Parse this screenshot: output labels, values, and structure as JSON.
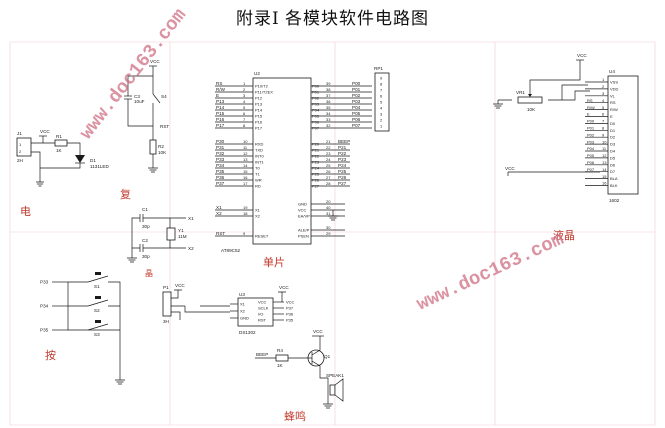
{
  "title": "附录Ⅰ 各模块软件电路图",
  "watermark": "www.doc163.com",
  "sections": {
    "power": "电",
    "reset": "复",
    "mcu": "单片",
    "lcd": "液晶",
    "keys": "按",
    "buzzer": "蜂鸣",
    "crystal": "晶"
  },
  "power_block": {
    "connector": "J1",
    "connector_part": "2H",
    "resistor": "R1",
    "resistor_value": "1K",
    "vcc": "VCC",
    "led": "D1",
    "led_value": "1131LED"
  },
  "reset_block": {
    "vcc": "VCC",
    "cap": "C3",
    "cap_value": "10uF",
    "resistor": "R2",
    "resistor_value": "10K",
    "switch": "S4",
    "net": "RST"
  },
  "mcu_block": {
    "ref": "U2",
    "part": "AT89C52",
    "left_pins": [
      "P10/T2",
      "P11/T2EX",
      "P12",
      "P13",
      "P14",
      "P15",
      "P16",
      "P17"
    ],
    "left_nets": [
      "RS",
      "R/W",
      "E",
      "P13",
      "P14",
      "P15",
      "P16",
      "P17"
    ],
    "left_nums": [
      "1",
      "2",
      "3",
      "4",
      "5",
      "6",
      "7",
      "8"
    ],
    "left2_pins": [
      "RXD",
      "TXD",
      "INT0",
      "INT1",
      "T0",
      "T1",
      "WR",
      "RD"
    ],
    "left2_nets": [
      "P30",
      "P31",
      "P32",
      "P33",
      "P34",
      "P35",
      "P36",
      "P37"
    ],
    "left2_nums": [
      "10",
      "11",
      "12",
      "13",
      "14",
      "15",
      "16",
      "17"
    ],
    "xtal_pins": [
      "X1",
      "X2"
    ],
    "xtal_nets": [
      "X1",
      "X2"
    ],
    "xtal_nums": [
      "19",
      "18"
    ],
    "reset_pin": "RESET",
    "reset_net": "RST",
    "reset_num": "9",
    "right_pins": [
      "P00",
      "P01",
      "P02",
      "P03",
      "P04",
      "P05",
      "P06",
      "P07"
    ],
    "right_nets": [
      "P00",
      "P01",
      "P02",
      "P03",
      "P04",
      "P05",
      "P06",
      "P07"
    ],
    "right_nums": [
      "39",
      "38",
      "37",
      "36",
      "35",
      "34",
      "33",
      "32"
    ],
    "right2_pins": [
      "P20",
      "P21",
      "P22",
      "P23",
      "P24",
      "P25",
      "P26",
      "P27"
    ],
    "right2_nets": [
      "BEEP",
      "P21",
      "P22",
      "P23",
      "P24",
      "P25",
      "P26",
      "P27"
    ],
    "right2_nums": [
      "21",
      "22",
      "23",
      "24",
      "25",
      "26",
      "27",
      "28"
    ],
    "power_pins": [
      "GND",
      "VCC",
      "EA/VP",
      "ALE/P",
      "PSEN"
    ],
    "power_nums": [
      "20",
      "40",
      "31",
      "30",
      "29"
    ]
  },
  "rp_block": {
    "ref": "RP1",
    "pins": [
      "9",
      "8",
      "7",
      "6",
      "5",
      "4",
      "3",
      "2",
      "1"
    ]
  },
  "lcd_block": {
    "ref": "U4",
    "part": "1602",
    "pot": "VR1",
    "pot_value": "10K",
    "vcc": "VCC",
    "pins": [
      "VSS",
      "VDD",
      "VL",
      "RS",
      "R/W",
      "E",
      "D0",
      "D1",
      "D2",
      "D3",
      "D4",
      "D5",
      "D6",
      "D7",
      "BLA",
      "BLK"
    ],
    "nets": [
      "",
      "",
      "",
      "RS",
      "R/W",
      "E",
      "P00",
      "P01",
      "P02",
      "P03",
      "P04",
      "P05",
      "P06",
      "P07",
      "",
      ""
    ],
    "nums": [
      "1",
      "2",
      "3",
      "4",
      "5",
      "6",
      "7",
      "8",
      "9",
      "10",
      "11",
      "12",
      "13",
      "14",
      "15",
      "16"
    ]
  },
  "crystal_block": {
    "c1": "C1",
    "c1_value": "30p",
    "c2": "C2",
    "c2_value": "30p",
    "y": "Y1",
    "y_value": "11M",
    "net1": "X1",
    "net2": "X2"
  },
  "keys_block": {
    "switches": [
      "S1",
      "S2",
      "S3"
    ],
    "nets": [
      "P33",
      "P34",
      "P35"
    ]
  },
  "ds_block": {
    "ref": "U3",
    "part": "DS1302",
    "connector": "P1",
    "connector_value": "3H",
    "left_pins": [
      "X1",
      "X2",
      "GND"
    ],
    "right_pins": [
      "VCC",
      "SCLK",
      "I/O",
      "RST"
    ],
    "left_nets": [
      "",
      "",
      ""
    ],
    "right_nets": [
      "VCC",
      "P37",
      "P36",
      "P35"
    ],
    "vcc": "VCC"
  },
  "buzzer_block": {
    "resistor": "R4",
    "resistor_value": "1K",
    "transistor": "Q1",
    "net": "BEEP",
    "vcc": "VCC",
    "speaker": "SPEAK1"
  }
}
